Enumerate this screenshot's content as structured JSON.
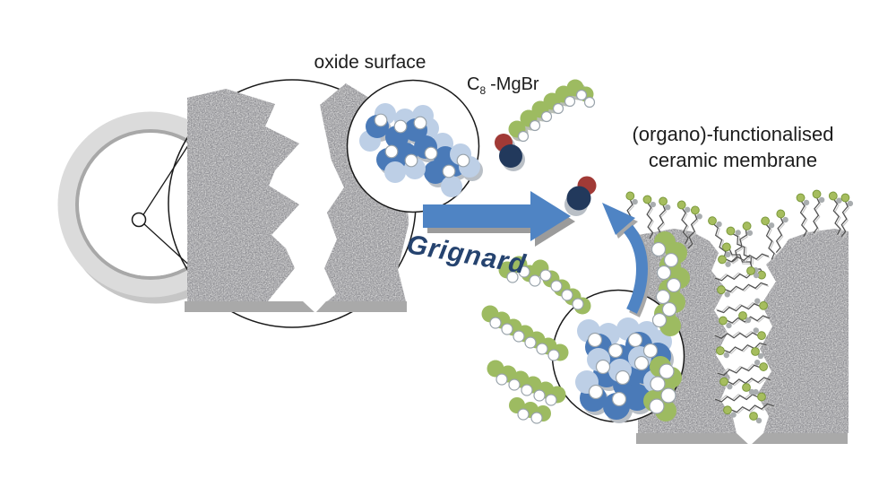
{
  "labels": {
    "oxide_surface": "oxide surface",
    "reagent_prefix": "C",
    "reagent_subscript": "8",
    "reagent_suffix": "-MgBr",
    "grignard": "Grignard",
    "functionalised_line1": "(organo)-functionalised",
    "functionalised_line2": "ceramic membrane"
  },
  "colors": {
    "arrow_blue": "#4f84c4",
    "grignard_text": "#25436f",
    "chain_green": "#9dbb61",
    "green_dot": "#a6bd5e",
    "sphere_blue": "#4a7ab8",
    "sphere_light_blue": "#bdcfe6",
    "magnesium_navy": "#22395c",
    "bromine_red": "#a13a36",
    "ceramic_gray": "#a9a9a9",
    "ring_gray": "#dbdbdb",
    "background": "#ffffff"
  }
}
